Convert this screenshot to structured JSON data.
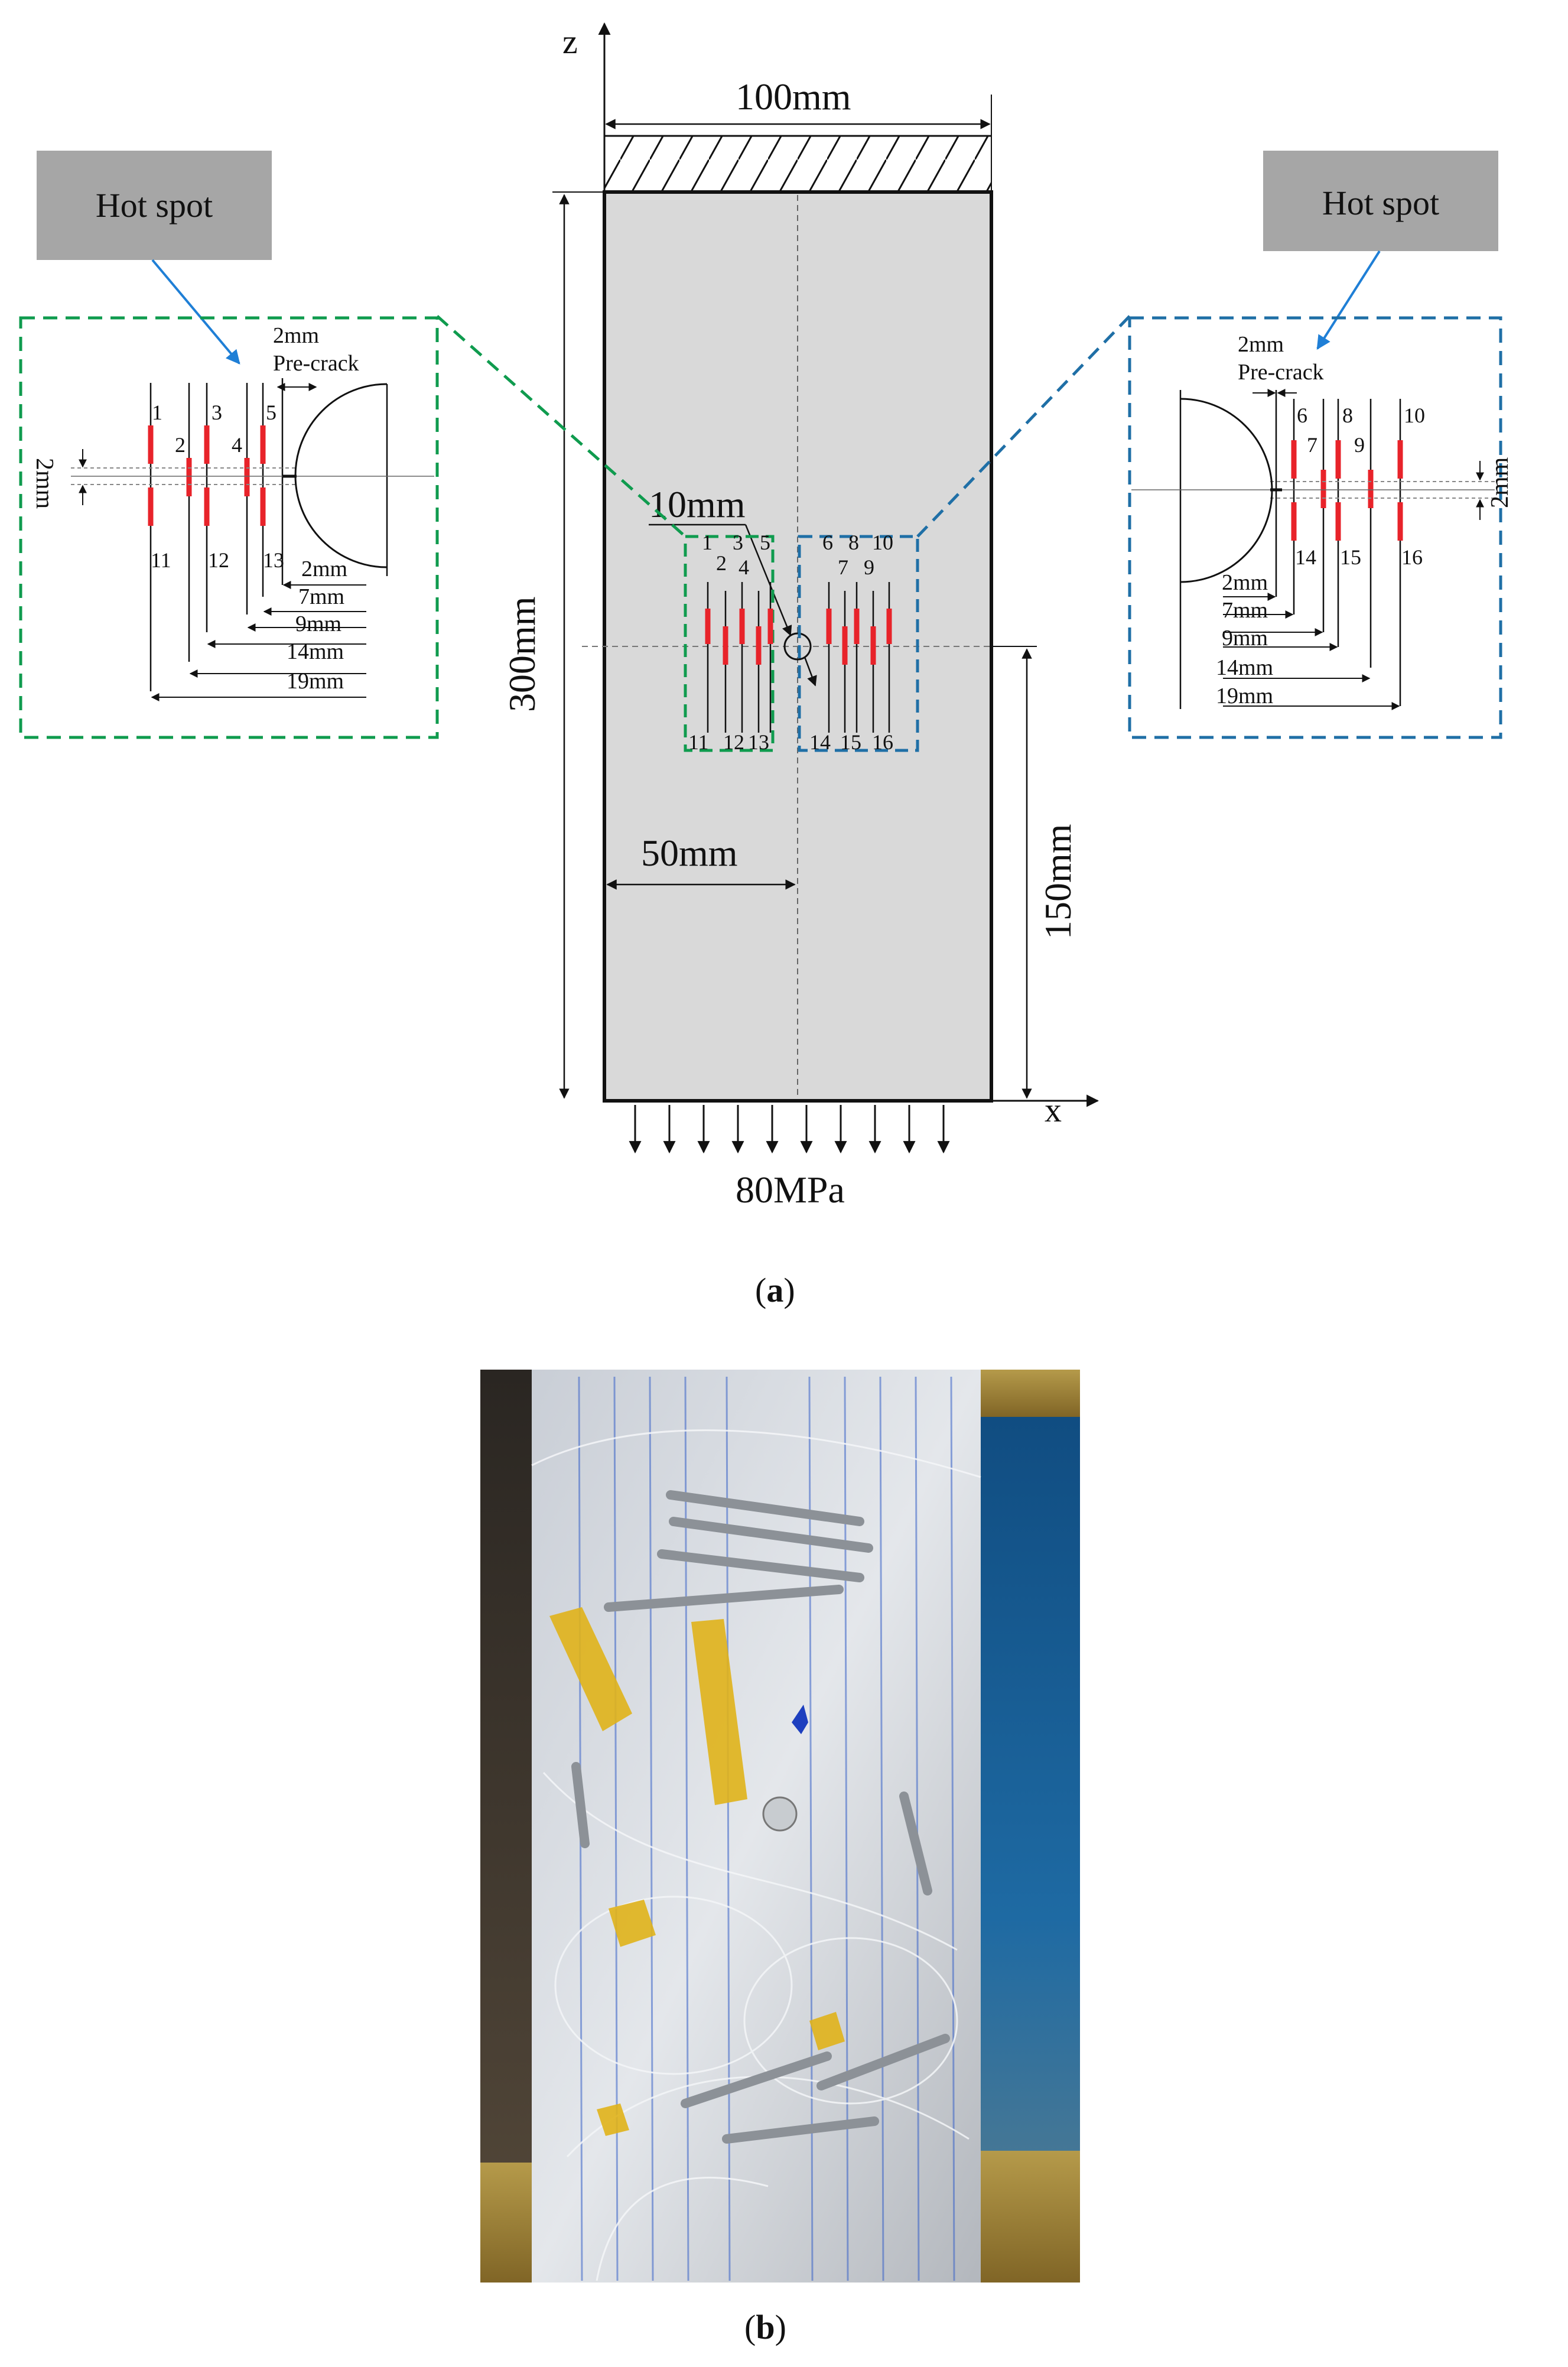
{
  "figure_a": {
    "caption_letter": "a",
    "axis_z": "z",
    "axis_x": "x",
    "dim_width": "100mm",
    "dim_height": "300mm",
    "dim_half_width": "50mm",
    "dim_half_height": "150mm",
    "dim_hole": "10mm",
    "load": "80MPa",
    "hot_spot_label": "Hot spot",
    "pre_crack_gap": "2mm",
    "pre_crack_label": "Pre-crack",
    "crack_band": "2mm",
    "left_detail_offsets": [
      "2mm",
      "7mm",
      "9mm",
      "14mm",
      "19mm"
    ],
    "right_detail_offsets": [
      "2mm",
      "7mm",
      "9mm",
      "14mm",
      "19mm"
    ],
    "left_sensor_ids_top": [
      "1",
      "2",
      "3",
      "4",
      "5"
    ],
    "left_sensor_ids_bottom": [
      "11",
      "12",
      "13"
    ],
    "right_sensor_ids_top": [
      "6",
      "7",
      "8",
      "9",
      "10"
    ],
    "right_sensor_ids_bottom": [
      "14",
      "15",
      "16"
    ],
    "center_left_top": [
      "1",
      "2",
      "3",
      "4",
      "5"
    ],
    "center_left_bottom": [
      "11",
      "12",
      "13"
    ],
    "center_right_top": [
      "6",
      "7",
      "8",
      "9",
      "10"
    ],
    "center_right_bottom": [
      "14",
      "15",
      "16"
    ]
  },
  "figure_b": {
    "caption_letter": "b"
  },
  "colors": {
    "plate_fill": "#d9d9d9",
    "green_box": "#0f9b4e",
    "blue_box": "#1f6fa6",
    "sensor_red": "#e8232a",
    "hot_spot_fill": "#a6a6a6",
    "arrow_blue": "#1f7fd6",
    "tape": "#e0b21a"
  }
}
